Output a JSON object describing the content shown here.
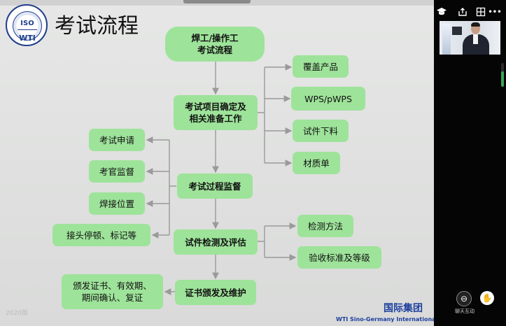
{
  "slide": {
    "title": "考试流程",
    "logo": {
      "top_text": "ISO",
      "bottom_text": "WTI"
    },
    "year": "2020版",
    "brand_cn": "国际集团",
    "brand_en": "WTI Sino-Germany International"
  },
  "flowchart": {
    "start": {
      "line1": "焊工/操作工",
      "line2": "考试流程"
    },
    "step1": {
      "line1": "考试项目确定及",
      "line2": "相关准备工作"
    },
    "step2": "考试过程监督",
    "step3": "试件检测及评估",
    "step4": "证书颁发及维护",
    "step1_items": [
      "覆盖产品",
      "WPS/pWPS",
      "试件下料",
      "材质单"
    ],
    "step2_items": [
      "考试申请",
      "考官监督",
      "焊接位置",
      "接头停顿、标记等"
    ],
    "step3_items": [
      "检测方法",
      "验收标准及等级"
    ],
    "step4_item": {
      "line1": "颁发证书、有效期、",
      "line2": "期间确认、复证"
    }
  },
  "meeting_panel": {
    "icons": [
      "graduation-cap-icon",
      "share-icon",
      "grid-icon",
      "more-icon"
    ],
    "more_label": "•••",
    "chat_label": "聊天互动",
    "colors": {
      "panel": "#050505",
      "accent": "#3aa657",
      "node": "#9ee39a",
      "arrow": "#9a9a9a",
      "brand": "#1d3f9e"
    }
  }
}
